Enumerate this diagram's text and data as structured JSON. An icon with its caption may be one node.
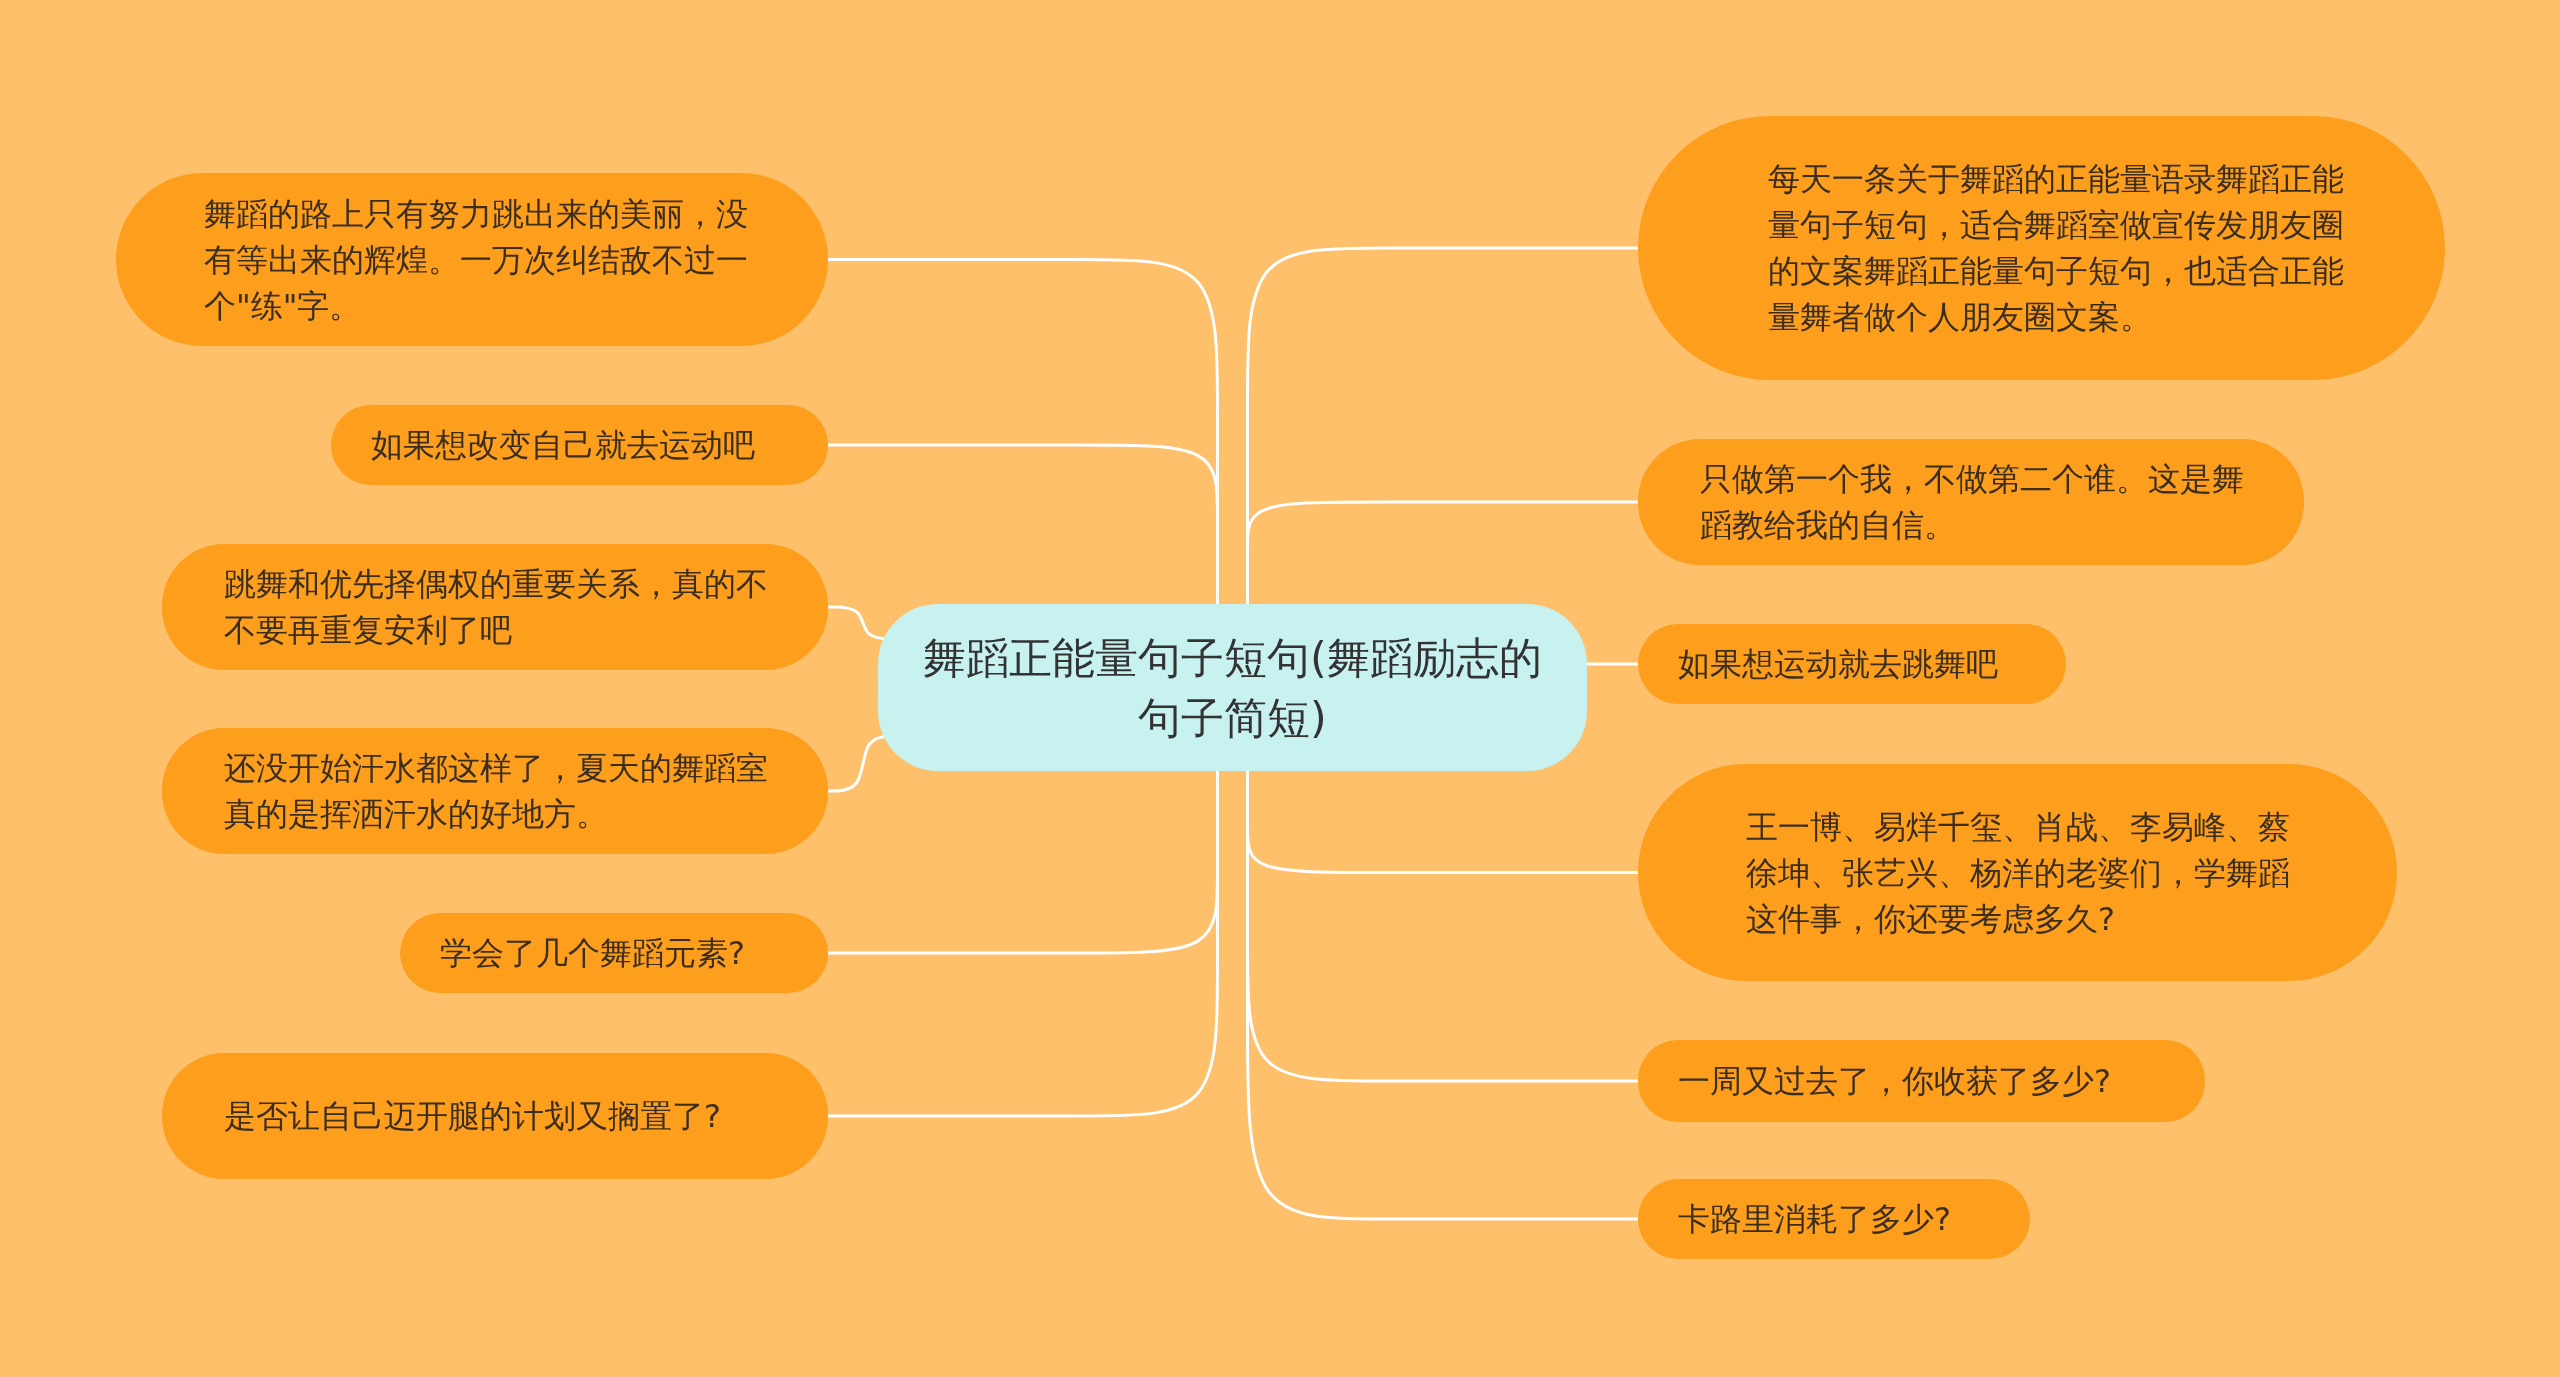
{
  "diagram": {
    "nodes": [
      {
        "text": [
          "舞蹈正能量句子短句(舞蹈励志的句子简短)"
        ]
      },
      {
        "text": [
          "舞蹈的路上只有努力跳出来的美丽，没有等出来的辉煌。一万次纠结敌不过一个\"练\"字。"
        ]
      },
      {
        "text": [
          "如果想改变自己就去运动吧"
        ]
      },
      {
        "text": [
          "跳舞和优先择偶权的重要关系，真的不不要再重复安利了吧"
        ]
      },
      {
        "text": [
          "还没开始汗水都这样了，夏天的舞蹈室真的是挥洒汗水的好地方。"
        ]
      },
      {
        "text": [
          "学会了几个舞蹈元素?"
        ]
      },
      {
        "text": [
          "是否让自己迈开腿的计划又搁置了?"
        ]
      },
      {
        "text": [
          "每天一条关于舞蹈的正能量语录舞蹈正能量句子短句，适合舞蹈室做宣传发朋友圈的文案舞蹈正能量句子短句，也适合正能量舞者做个人朋友圈文案。"
        ]
      },
      {
        "text": [
          "只做第一个我，不做第二个谁。这是舞蹈教给我的自信。"
        ]
      },
      {
        "text": [
          "如果想运动就去跳舞吧"
        ]
      },
      {
        "text": [
          "王一博、易烊千玺、肖战、李易峰、蔡徐坤、张艺兴、杨洋的老婆们，学舞蹈这件事，你还要考虑多久?"
        ]
      },
      {
        "text": [
          "一周又过去了，你收获了多少?"
        ]
      },
      {
        "text": [
          "卡路里消耗了多少?"
        ]
      }
    ],
    "edges": [
      {
        "from": 0,
        "to": 1,
        "arrow": "none"
      },
      {
        "from": 0,
        "to": 2,
        "arrow": "none"
      },
      {
        "from": 0,
        "to": 3,
        "arrow": "none"
      },
      {
        "from": 0,
        "to": 4,
        "arrow": "none"
      },
      {
        "from": 0,
        "to": 5,
        "arrow": "none"
      },
      {
        "from": 0,
        "to": 6,
        "arrow": "none"
      },
      {
        "from": 0,
        "to": 7,
        "arrow": "none"
      },
      {
        "from": 0,
        "to": 8,
        "arrow": "none"
      },
      {
        "from": 0,
        "to": 9,
        "arrow": "none"
      },
      {
        "from": 0,
        "to": 10,
        "arrow": "none"
      },
      {
        "from": 0,
        "to": 11,
        "arrow": "none"
      },
      {
        "from": 0,
        "to": 12,
        "arrow": "none"
      }
    ]
  }
}
